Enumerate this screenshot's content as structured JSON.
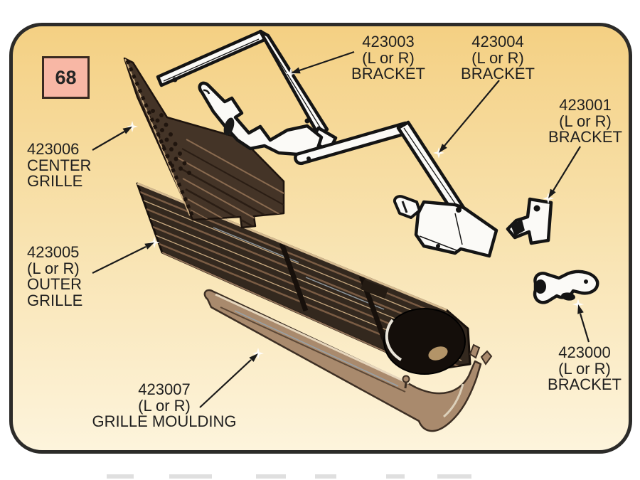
{
  "page": {
    "page_number": "68",
    "colors": {
      "panel_gradient_top": "#f4d083",
      "panel_gradient_bottom": "#fdf4dc",
      "panel_border": "#2c2b29",
      "page_number_box_fill": "#f8b7a5",
      "page_number_box_border": "#3a2a20",
      "label_text": "#1f1f1f",
      "center_grille_brown": "#443427",
      "outer_grille_brown": "#33281e",
      "moulding_tan": "#a98a6d",
      "part_white": "#fbfaf7",
      "outline_black": "#141414"
    }
  },
  "labels": {
    "bracket_423003": {
      "lines": [
        "423003",
        "(L or R)",
        "BRACKET"
      ]
    },
    "bracket_423004": {
      "lines": [
        "423004",
        "(L or R)",
        "BRACKET"
      ]
    },
    "bracket_423001": {
      "lines": [
        "423001",
        "(L or R)",
        "BRACKET"
      ]
    },
    "bracket_423000": {
      "lines": [
        "423000",
        "(L or R)",
        "BRACKET"
      ]
    },
    "center_grille_423006": {
      "lines": [
        "423006",
        "CENTER",
        "GRILLE"
      ]
    },
    "outer_grille_423005": {
      "lines": [
        "423005",
        "(L or R)",
        "OUTER",
        "GRILLE"
      ]
    },
    "grille_moulding_423007": {
      "lines": [
        "423007",
        "(L or R)",
        "GRILLE MOULDING"
      ]
    }
  }
}
